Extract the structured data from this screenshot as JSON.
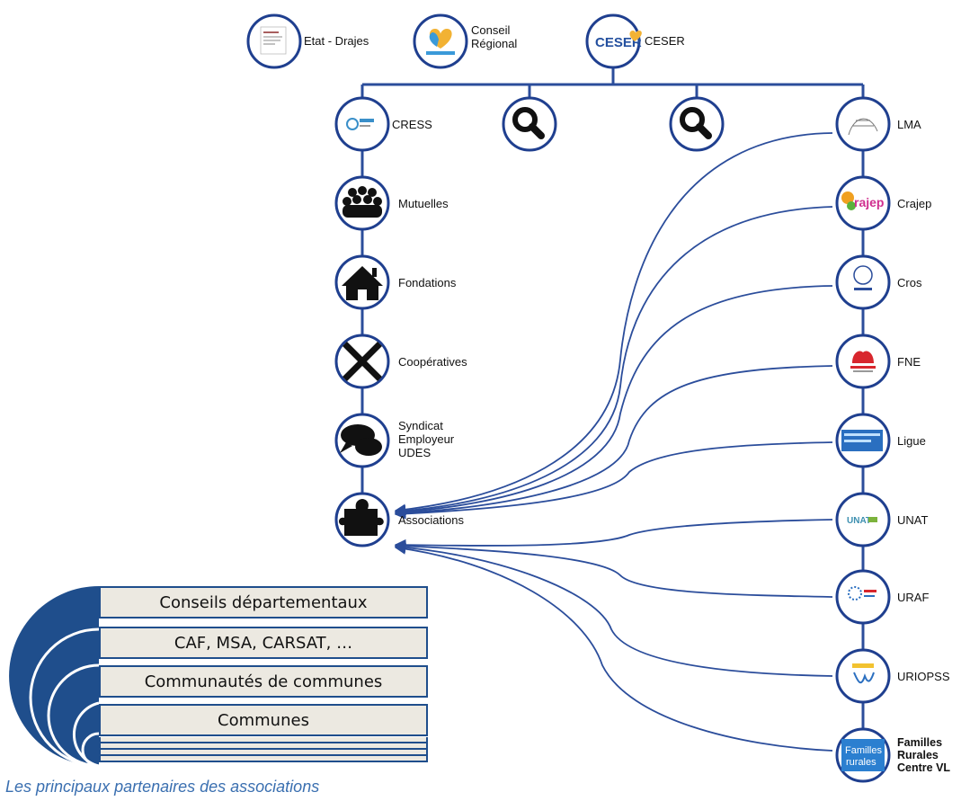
{
  "title_partial": "l                 s                                                g",
  "top": [
    {
      "id": "etat",
      "label": "Etat - Drajes",
      "icon": "document-logo-icon"
    },
    {
      "id": "region",
      "label": "Conseil\nRégional",
      "icon": "heart-logo-icon"
    },
    {
      "id": "ceser",
      "label": "CESER",
      "icon": "ceser-logo-icon"
    }
  ],
  "left_column": [
    {
      "id": "cress",
      "label": "CRESS",
      "icon": "cress-logo-icon"
    },
    {
      "id": "mutuelles",
      "label": "Mutuelles",
      "icon": "people-group-icon"
    },
    {
      "id": "fondations",
      "label": "Fondations",
      "icon": "house-icon"
    },
    {
      "id": "cooperatives",
      "label": "Coopératives",
      "icon": "crossed-tools-icon"
    },
    {
      "id": "syndicat",
      "label": "Syndicat\nEmployeur\nUDES",
      "icon": "speech-bubbles-icon"
    },
    {
      "id": "associations",
      "label": "Associations",
      "icon": "puzzle-icon"
    }
  ],
  "placeholders": [
    {
      "id": "search1",
      "icon": "search-icon"
    },
    {
      "id": "search2",
      "icon": "search-icon"
    }
  ],
  "right_column": [
    {
      "id": "lma",
      "label": "LMA",
      "icon": "lma-logo-icon"
    },
    {
      "id": "crajep",
      "label": "Crajep",
      "icon": "crajep-logo-icon"
    },
    {
      "id": "cros",
      "label": "Cros",
      "icon": "cros-logo-icon"
    },
    {
      "id": "fne",
      "label": "FNE",
      "icon": "fne-logo-icon"
    },
    {
      "id": "ligue",
      "label": "Ligue",
      "icon": "ligue-logo-icon"
    },
    {
      "id": "unat",
      "label": "UNAT",
      "icon": "unat-logo-icon"
    },
    {
      "id": "uraf",
      "label": "URAF",
      "icon": "uraf-logo-icon"
    },
    {
      "id": "uriopss",
      "label": "URIOPSS",
      "icon": "uriopss-logo-icon"
    },
    {
      "id": "familles",
      "label": "Familles\nRurales\nCentre VL",
      "icon": "familles-rurales-logo-icon"
    }
  ],
  "territorial_levels": [
    "Conseils départementaux",
    "CAF, MSA, CARSAT, …",
    "Communautés de communes",
    "Communes"
  ],
  "caption": "Les principaux partenaires des associations",
  "colors": {
    "line": "#2b4d9b",
    "circle_border": "#1f3f8f",
    "arc_fill": "#1f4e8c",
    "band_fill": "#ece9e1",
    "caption": "#3a6fb0"
  }
}
